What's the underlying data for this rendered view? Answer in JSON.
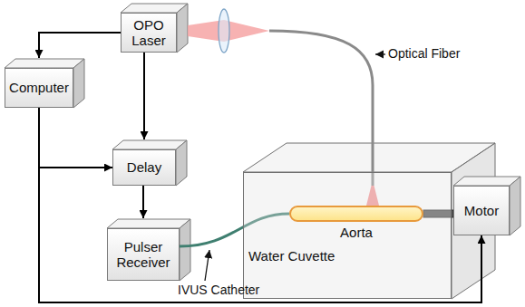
{
  "diagram": {
    "nodes": [
      {
        "text": [
          "OPO Laser"
        ]
      },
      {
        "text": [
          "Computer"
        ]
      },
      {
        "text": [
          "Delay"
        ]
      },
      {
        "text": [
          "Pulser Receiver"
        ]
      },
      {
        "text": [
          "Water Cuvette"
        ]
      },
      {
        "text": [
          "Aorta"
        ],
        "in": 4
      },
      {
        "text": [
          "Motor"
        ]
      }
    ],
    "edges": [
      {
        "from": 0,
        "to": 1,
        "arrow": "to"
      },
      {
        "from": 0,
        "to": 2,
        "arrow": "to"
      },
      {
        "from": 1,
        "to": 2,
        "arrow": "to"
      },
      {
        "from": 2,
        "to": 3,
        "arrow": "to"
      },
      {
        "from": 1,
        "to": 6,
        "arrow": "to"
      },
      {
        "from": 0,
        "to": 5,
        "arrow": "none"
      },
      {
        "from": 3,
        "to": 5,
        "arrow": "none"
      }
    ],
    "labels": [
      "Optical Fiber",
      "IVUS Catheter"
    ]
  }
}
